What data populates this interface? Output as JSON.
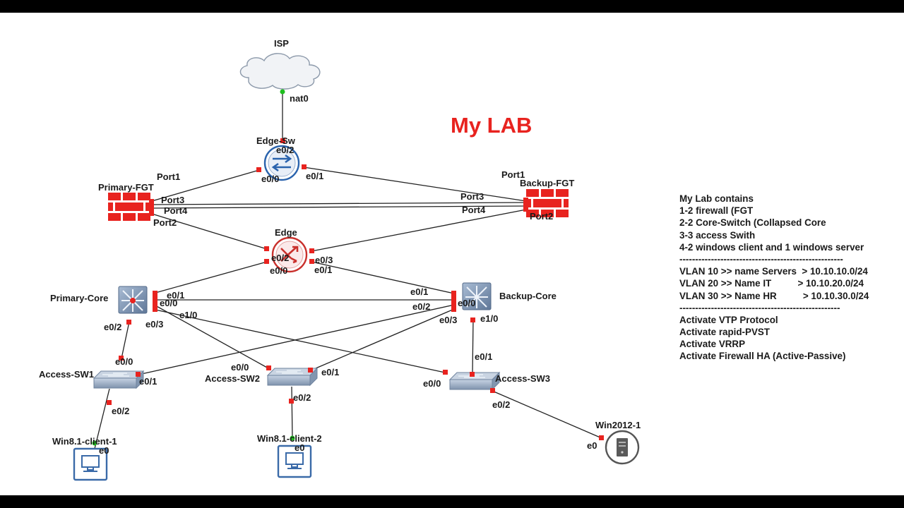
{
  "title": "My LAB",
  "devices": {
    "isp": "ISP",
    "edge_sw": "Edge-Sw",
    "primary_fgt": "Primary-FGT",
    "backup_fgt": "Backup-FGT",
    "edge": "Edge",
    "primary_core": "Primary-Core",
    "backup_core": "Backup-Core",
    "access_sw1": "Access-SW1",
    "access_sw2": "Access-SW2",
    "access_sw3": "Access-SW3",
    "client1": "Win8.1-client-1",
    "client2": "Win8.1-client-2",
    "server": "Win2012-1"
  },
  "ports": {
    "isp_nat0": "nat0",
    "esw_e02": "e0/2",
    "esw_e00": "e0/0",
    "esw_e01": "e0/1",
    "pfgt_port1": "Port1",
    "pfgt_port3": "Port3",
    "pfgt_port4": "Port4",
    "pfgt_port2": "Port2",
    "bfgt_port1": "Port1",
    "bfgt_port3": "Port3",
    "bfgt_port4": "Port4",
    "bfgt_port2": "Port2",
    "edge_e02": "e0/2",
    "edge_e00": "e0/0",
    "edge_e03": "e0/3",
    "edge_e01": "e0/1",
    "pc_e01": "e0/1",
    "pc_e00": "e0/0",
    "pc_e10": "e1/0",
    "pc_e02": "e0/2",
    "pc_e03": "e0/3",
    "bc_e01": "e0/1",
    "bc_e00": "e0/0",
    "bc_e02": "e0/2",
    "bc_e03": "e0/3",
    "bc_e10": "e1/0",
    "sw1_e00": "e0/0",
    "sw1_e01": "e0/1",
    "sw1_e02": "e0/2",
    "sw2_e00": "e0/0",
    "sw2_e01": "e0/1",
    "sw2_e02": "e0/2",
    "sw3_e01": "e0/1",
    "sw3_e00": "e0/0",
    "sw3_e02": "e0/2",
    "c1_e0": "e0",
    "c2_e0": "e0",
    "srv_e0": "e0"
  },
  "notes": [
    "My Lab contains",
    "1-2 firewall (FGT",
    "2-2 Core-Switch (Collapsed Core",
    "3-3 access Swith",
    "4-2 windows client and 1 windows server",
    "----------------------------------------------------",
    "VLAN 10 >> name Servers  > 10.10.10.0/24",
    "VLAN 20 >> Name IT          > 10.10.20.0/24",
    "VLAN 30 >> Name HR          > 10.10.30.0/24",
    "---------------------------------------------------",
    "Activate VTP Protocol",
    "Activate rapid-PVST",
    "Activate VRRP",
    "Activate Firewall HA (Active-Passive)"
  ],
  "colors": {
    "link": "#222222",
    "port_down": "#e8231f",
    "port_up": "#1fbf1f",
    "title": "#e8231f",
    "firewall": "#e8231f",
    "switch_blue": "#2a63ad"
  }
}
